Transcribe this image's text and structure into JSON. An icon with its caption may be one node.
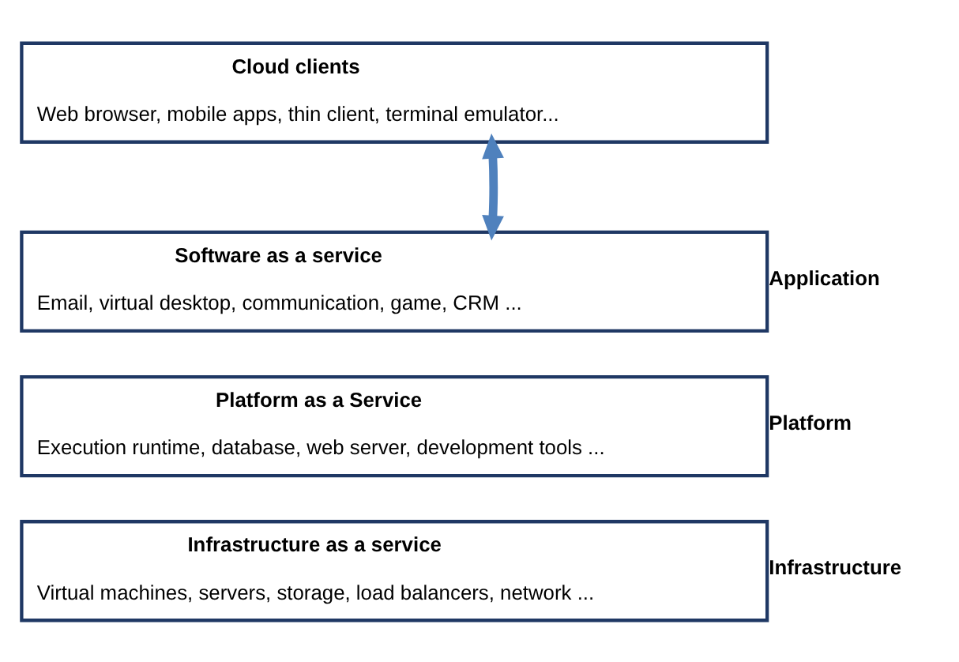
{
  "diagram": {
    "nodes": [
      {
        "text": [
          "Cloud clients",
          "Web browser, mobile apps, thin client, terminal emulator..."
        ]
      },
      {
        "text": [
          "Software as a service",
          "Email, virtual desktop, communication, game, CRM ..."
        ],
        "beside": [
          "Application"
        ]
      },
      {
        "text": [
          "Platform as a Service",
          "Execution runtime, database, web server, development tools ..."
        ],
        "beside": [
          "Platform"
        ]
      },
      {
        "text": [
          "Infrastructure as a service",
          "Virtual machines, servers, storage, load balancers, network ..."
        ],
        "beside": [
          "Infrastructure"
        ]
      }
    ],
    "edges": [
      {
        "from": 0,
        "to": 1,
        "arrow": "both"
      }
    ]
  }
}
